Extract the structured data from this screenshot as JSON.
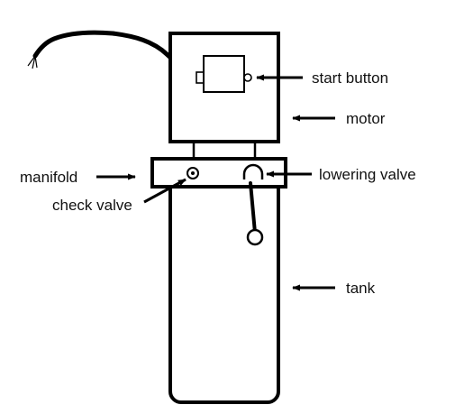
{
  "labels": {
    "start_button": "start button",
    "motor": "motor",
    "manifold": "manifold",
    "lowering_valve": "lowering valve",
    "check_valve": "check valve",
    "tank": "tank"
  },
  "colors": {
    "stroke": "#000000",
    "background": "#ffffff"
  }
}
